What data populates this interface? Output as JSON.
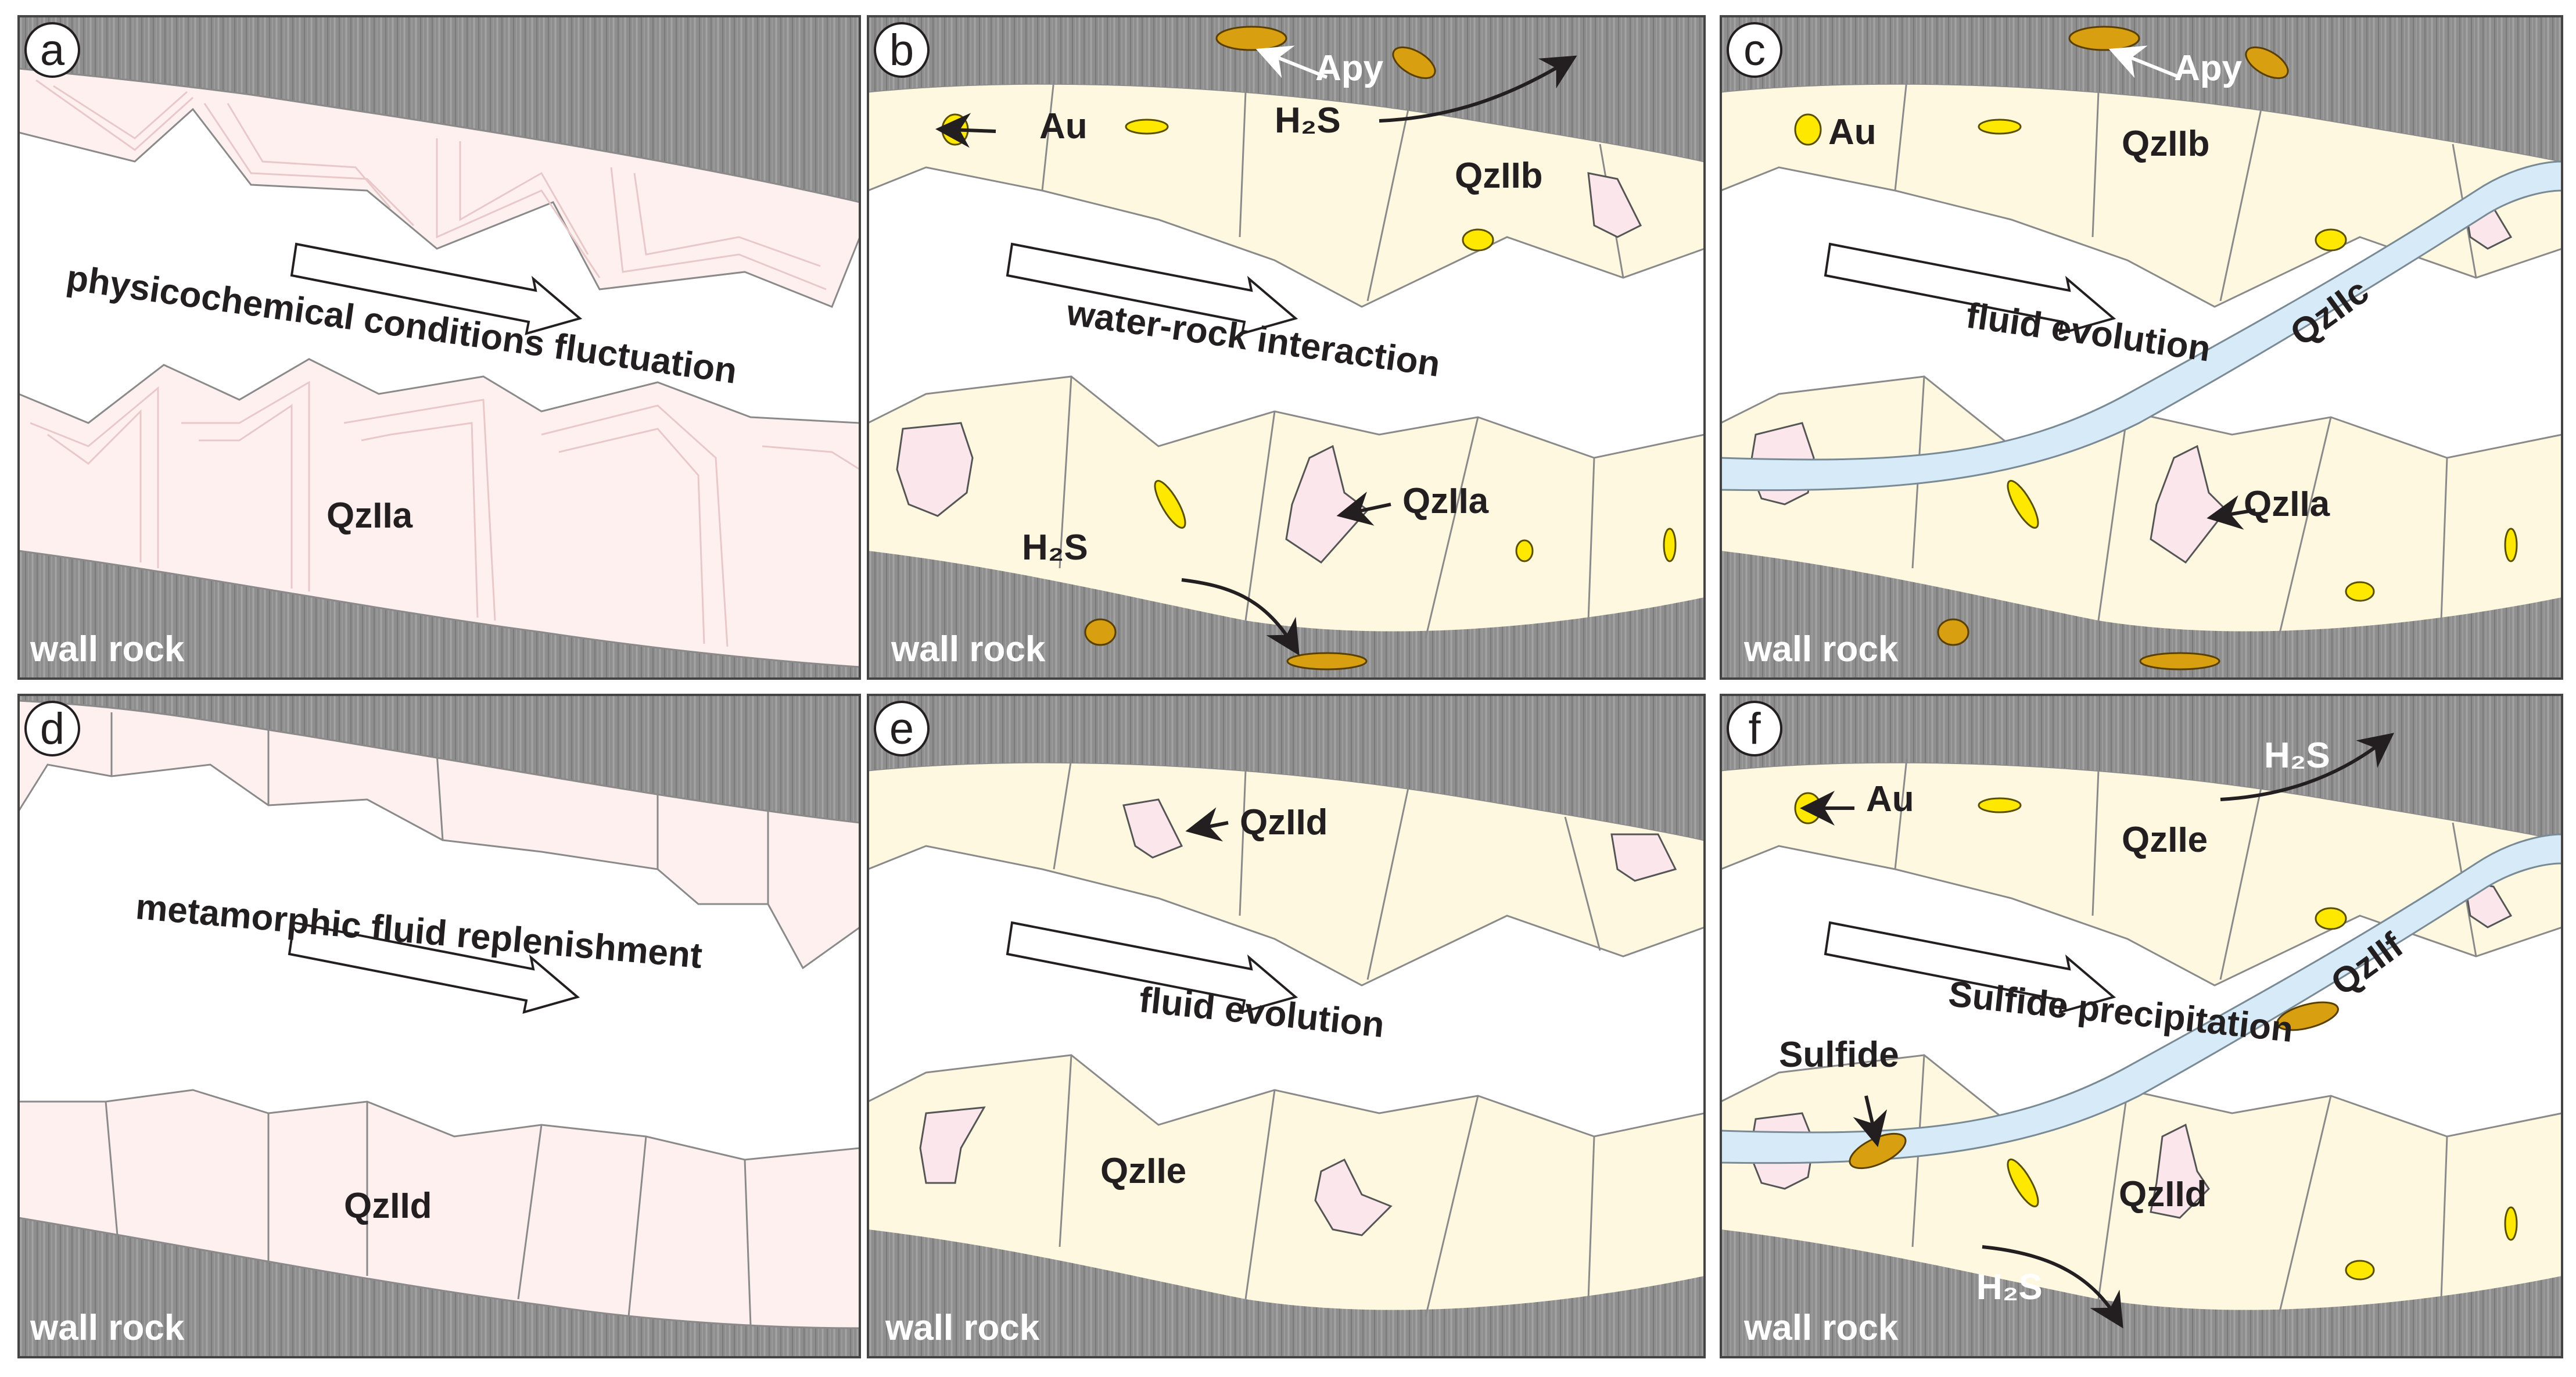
{
  "panels": [
    {
      "id": "a",
      "badge": "a",
      "process": "physicochemical conditions fluctuation",
      "quartz": "QzIIa",
      "wall": "wall rock"
    },
    {
      "id": "b",
      "badge": "b",
      "process": "water-rock interaction",
      "quartz_top": "QzIIb",
      "inclusion_label": "QzIIa",
      "au": "Au",
      "apy": "Apy",
      "h2s_top": "H₂S",
      "h2s_bottom": "H₂S",
      "wall": "wall rock"
    },
    {
      "id": "c",
      "badge": "c",
      "process": "fluid evolution",
      "quartz_top": "QzIIb",
      "inclusion_label": "QzIIa",
      "vein": "QzIIc",
      "au": "Au",
      "apy": "Apy",
      "wall": "wall rock"
    },
    {
      "id": "d",
      "badge": "d",
      "process": "metamorphic fluid replenishment",
      "quartz": "QzIId",
      "wall": "wall rock"
    },
    {
      "id": "e",
      "badge": "e",
      "process": "fluid evolution",
      "inclusion_label": "QzIId",
      "quartz": "QzIIe",
      "wall": "wall rock"
    },
    {
      "id": "f",
      "badge": "f",
      "process": "Sulfide precipitation",
      "quartz_top": "QzIIe",
      "quartz_bottom": "QzIId",
      "vein": "QzIIf",
      "au": "Au",
      "sulfide": "Sulfide",
      "h2s_top": "H₂S",
      "h2s_bottom": "H₂S",
      "wall": "wall rock"
    }
  ],
  "colors": {
    "wall_rock": "#8c8c8c",
    "quartz_cream": "#fff8e1",
    "quartz_pink": "#fff0f0",
    "gold": "#ffe800",
    "arsenopyrite": "#d8a010",
    "vein": "#d6eaf8"
  }
}
